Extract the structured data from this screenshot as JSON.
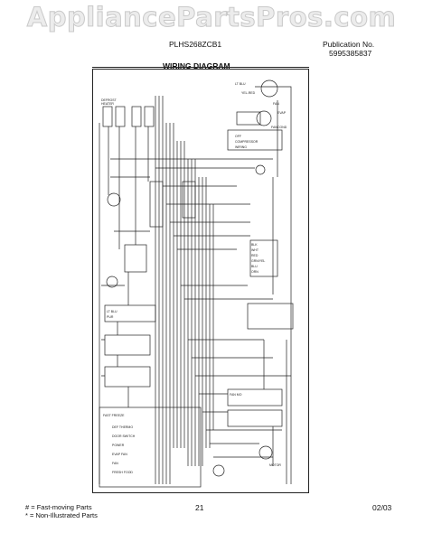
{
  "watermark": "AppliancePartsPros.com",
  "header": {
    "model": "PLHS268ZCB1",
    "publication_label": "Publication No.",
    "publication_number": "5995385837",
    "section_title": "WIRING DIAGRAM"
  },
  "diagram": {
    "labels_top": [
      "FAN",
      "EVAP",
      "FAN",
      "COND",
      "DEFROST",
      "HEATER",
      "LT BLU",
      "YEL-RED",
      "OFF",
      "COMPRESSOR",
      "WIRING"
    ],
    "labels_mid": [
      "BLK",
      "WHT",
      "RED",
      "GRN/YEL",
      "BLU",
      "ORN",
      "LT BLU",
      "PUR"
    ],
    "labels_bottom": [
      "FAST FREEZE",
      "DEF THERMO",
      "DOOR SWITCH",
      "POWER",
      "EVAP FAN",
      "FAN",
      "FRESH FOOD",
      "FAN MO",
      "MOTOR"
    ]
  },
  "footer": {
    "legend_fast": "# = Fast-moving Parts",
    "legend_non": "* = Non-Illustrated Parts",
    "page": "21",
    "date": "02/03"
  }
}
